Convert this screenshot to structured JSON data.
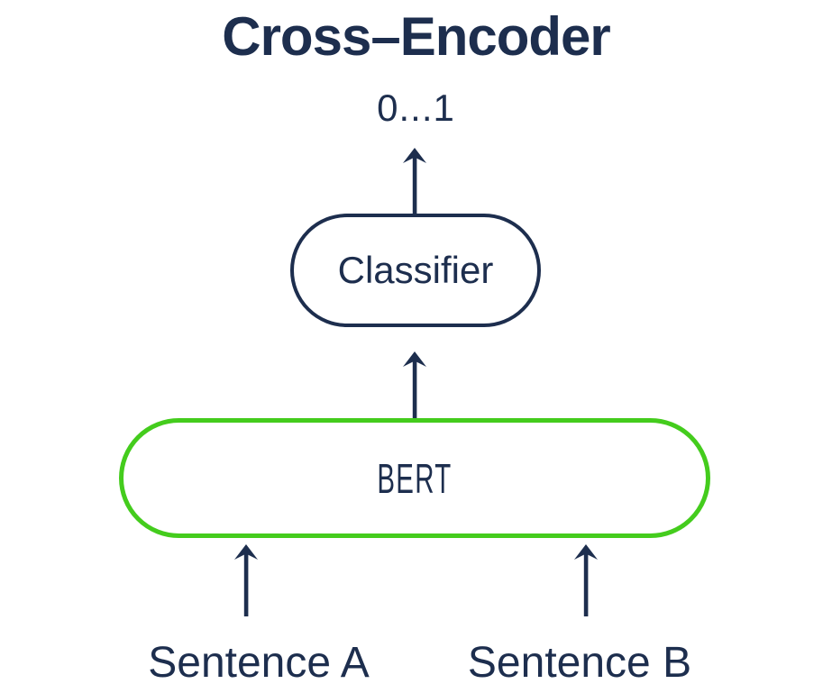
{
  "diagram": {
    "title": "Cross–Encoder",
    "output_label": "0...1",
    "classifier_label": "Classifier",
    "bert_label": "BERT",
    "input_a_label": "Sentence A",
    "input_b_label": "Sentence B",
    "icons": {
      "arrows": "up-arrow-icon"
    },
    "colors": {
      "navy": "#1d2e4e",
      "green": "#44cc1d",
      "background": "#ffffff"
    }
  }
}
